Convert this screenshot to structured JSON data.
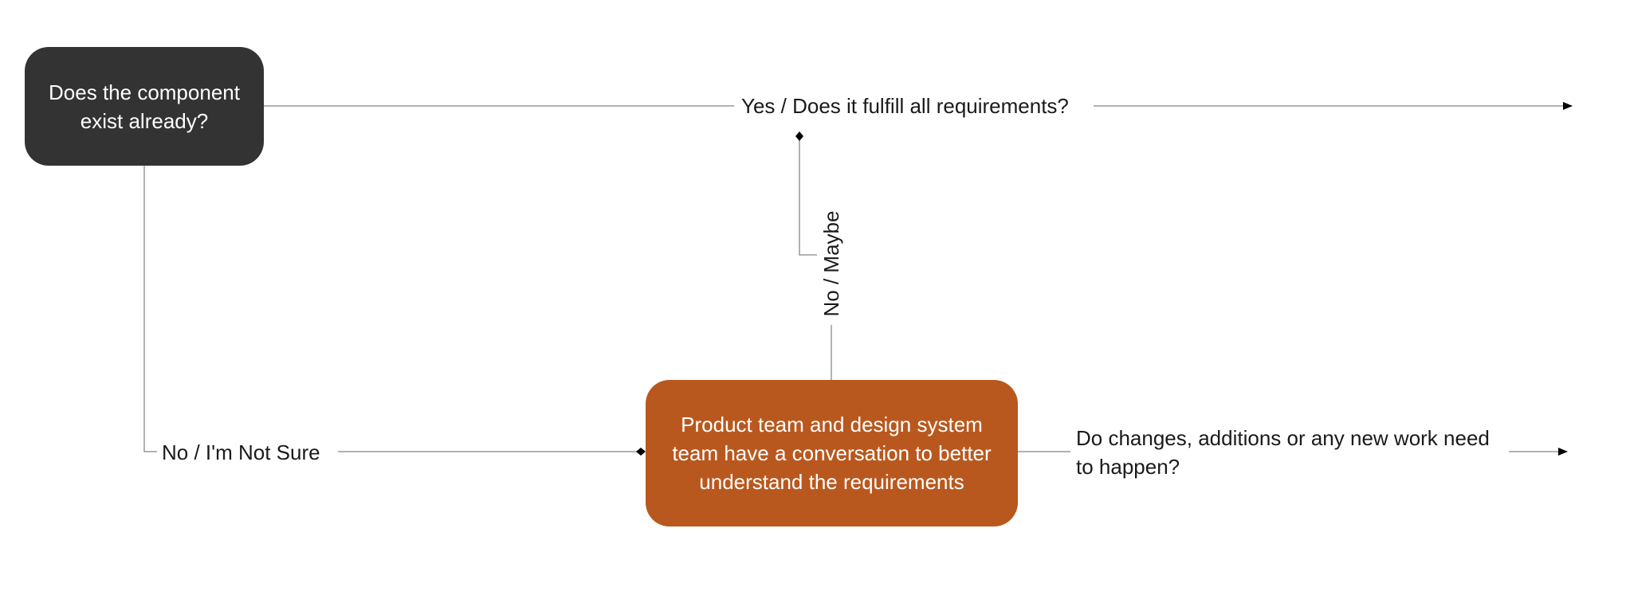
{
  "colors": {
    "start_node": "#333333",
    "process_node": "#b9581e",
    "connector": "#999999",
    "arrowhead": "#000000",
    "text_dark": "#1a1a1a",
    "text_light": "#ffffff"
  },
  "nodes": {
    "start": {
      "text": "Does the component exist already?"
    },
    "conversation": {
      "text": "Product team and design system team have a conversation to better understand the requirements"
    }
  },
  "labels": {
    "yes": "Yes / Does it fulfill all requirements?",
    "not_sure": "No / I'm Not Sure",
    "no_maybe": "No / Maybe",
    "changes": "Do changes, additions or any new work need to happen?"
  }
}
